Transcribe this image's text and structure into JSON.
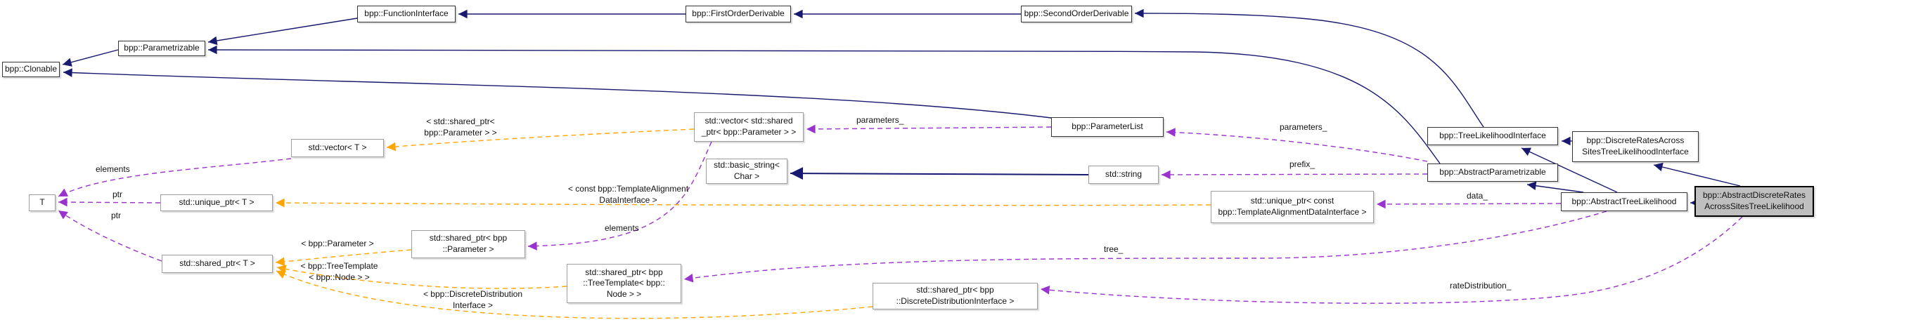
{
  "diagram": {
    "kind": "collaboration-graph",
    "colors": {
      "inheritance_edge": "#191970",
      "member_edge": "#9a32cd",
      "template_edge": "#ffa500",
      "node_border": "#353535",
      "std_node_border": "#9e9e9e",
      "target_fill": "#bfbfbf",
      "background": "#ffffff"
    },
    "nodes": {
      "clonable": {
        "label": "bpp::Clonable"
      },
      "parametrizable": {
        "label": "bpp::Parametrizable"
      },
      "function_iface": {
        "label": "bpp::FunctionInterface"
      },
      "first_order": {
        "label": "bpp::FirstOrderDerivable"
      },
      "second_order": {
        "label": "bpp::SecondOrderDerivable"
      },
      "vector_t": {
        "label": "std::vector< T >"
      },
      "vector_param": {
        "label": "std::vector< std::shared\n_ptr< bpp::Parameter > >"
      },
      "parameter_list": {
        "label": "bpp::ParameterList"
      },
      "basic_string": {
        "label": "std::basic_string<\nChar >"
      },
      "string": {
        "label": "std::string"
      },
      "t": {
        "label": "T"
      },
      "unique_t": {
        "label": "std::unique_ptr< T >"
      },
      "shared_t": {
        "label": "std::shared_ptr< T >"
      },
      "shared_param": {
        "label": "std::shared_ptr< bpp\n::Parameter >"
      },
      "shared_tree": {
        "label": "std::shared_ptr< bpp\n::TreeTemplate< bpp::\nNode > >"
      },
      "shared_dist": {
        "label": "std::shared_ptr< bpp\n::DiscreteDistributionInterface >"
      },
      "unique_data": {
        "label": "std::unique_ptr< const\nbpp::TemplateAlignmentDataInterface >"
      },
      "tree_lik_iface": {
        "label": "bpp::TreeLikelihoodInterface"
      },
      "discrete_iface": {
        "label": "bpp::DiscreteRatesAcross\nSitesTreeLikelihoodInterface"
      },
      "abstract_param": {
        "label": "bpp::AbstractParametrizable"
      },
      "abstract_tree": {
        "label": "bpp::AbstractTreeLikelihood"
      },
      "target": {
        "label": "bpp::AbstractDiscreteRates\nAcrossSitesTreeLikelihood"
      }
    },
    "edge_labels": {
      "parameters_a": "parameters_",
      "parameters_b": "parameters_",
      "prefix": "prefix_",
      "data": "data_",
      "tree": "tree_",
      "rate_distribution": "rateDistribution_",
      "elements_left": "elements",
      "elements_mid": "elements",
      "ptr_unique": "ptr",
      "ptr_shared": "ptr",
      "tpl_shared_param": "< std::shared_ptr<\nbpp::Parameter > >",
      "tpl_const_data": "< const bpp::TemplateAlignment\nDataInterface >",
      "tpl_param": "< bpp::Parameter >",
      "tpl_tree_template": "< bpp::TreeTemplate\n< bpp::Node > >",
      "tpl_discrete_dist": "< bpp::DiscreteDistribution\nInterface >"
    }
  }
}
